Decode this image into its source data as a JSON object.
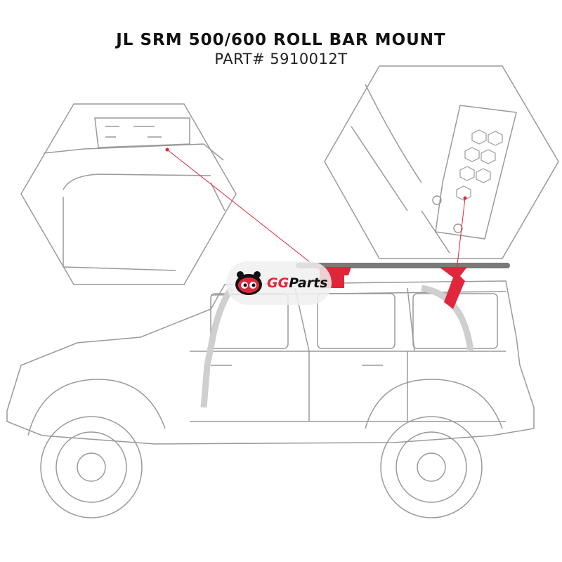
{
  "title": "JL SRM 500/600 ROLL BAR MOUNT",
  "part_number": "PART# 5910012T",
  "logo": {
    "gg": "GG",
    "parts": "Parts"
  },
  "colors": {
    "accent": "#e0263a",
    "line": "#9a9a9a",
    "bar": "#7a7a7a"
  }
}
